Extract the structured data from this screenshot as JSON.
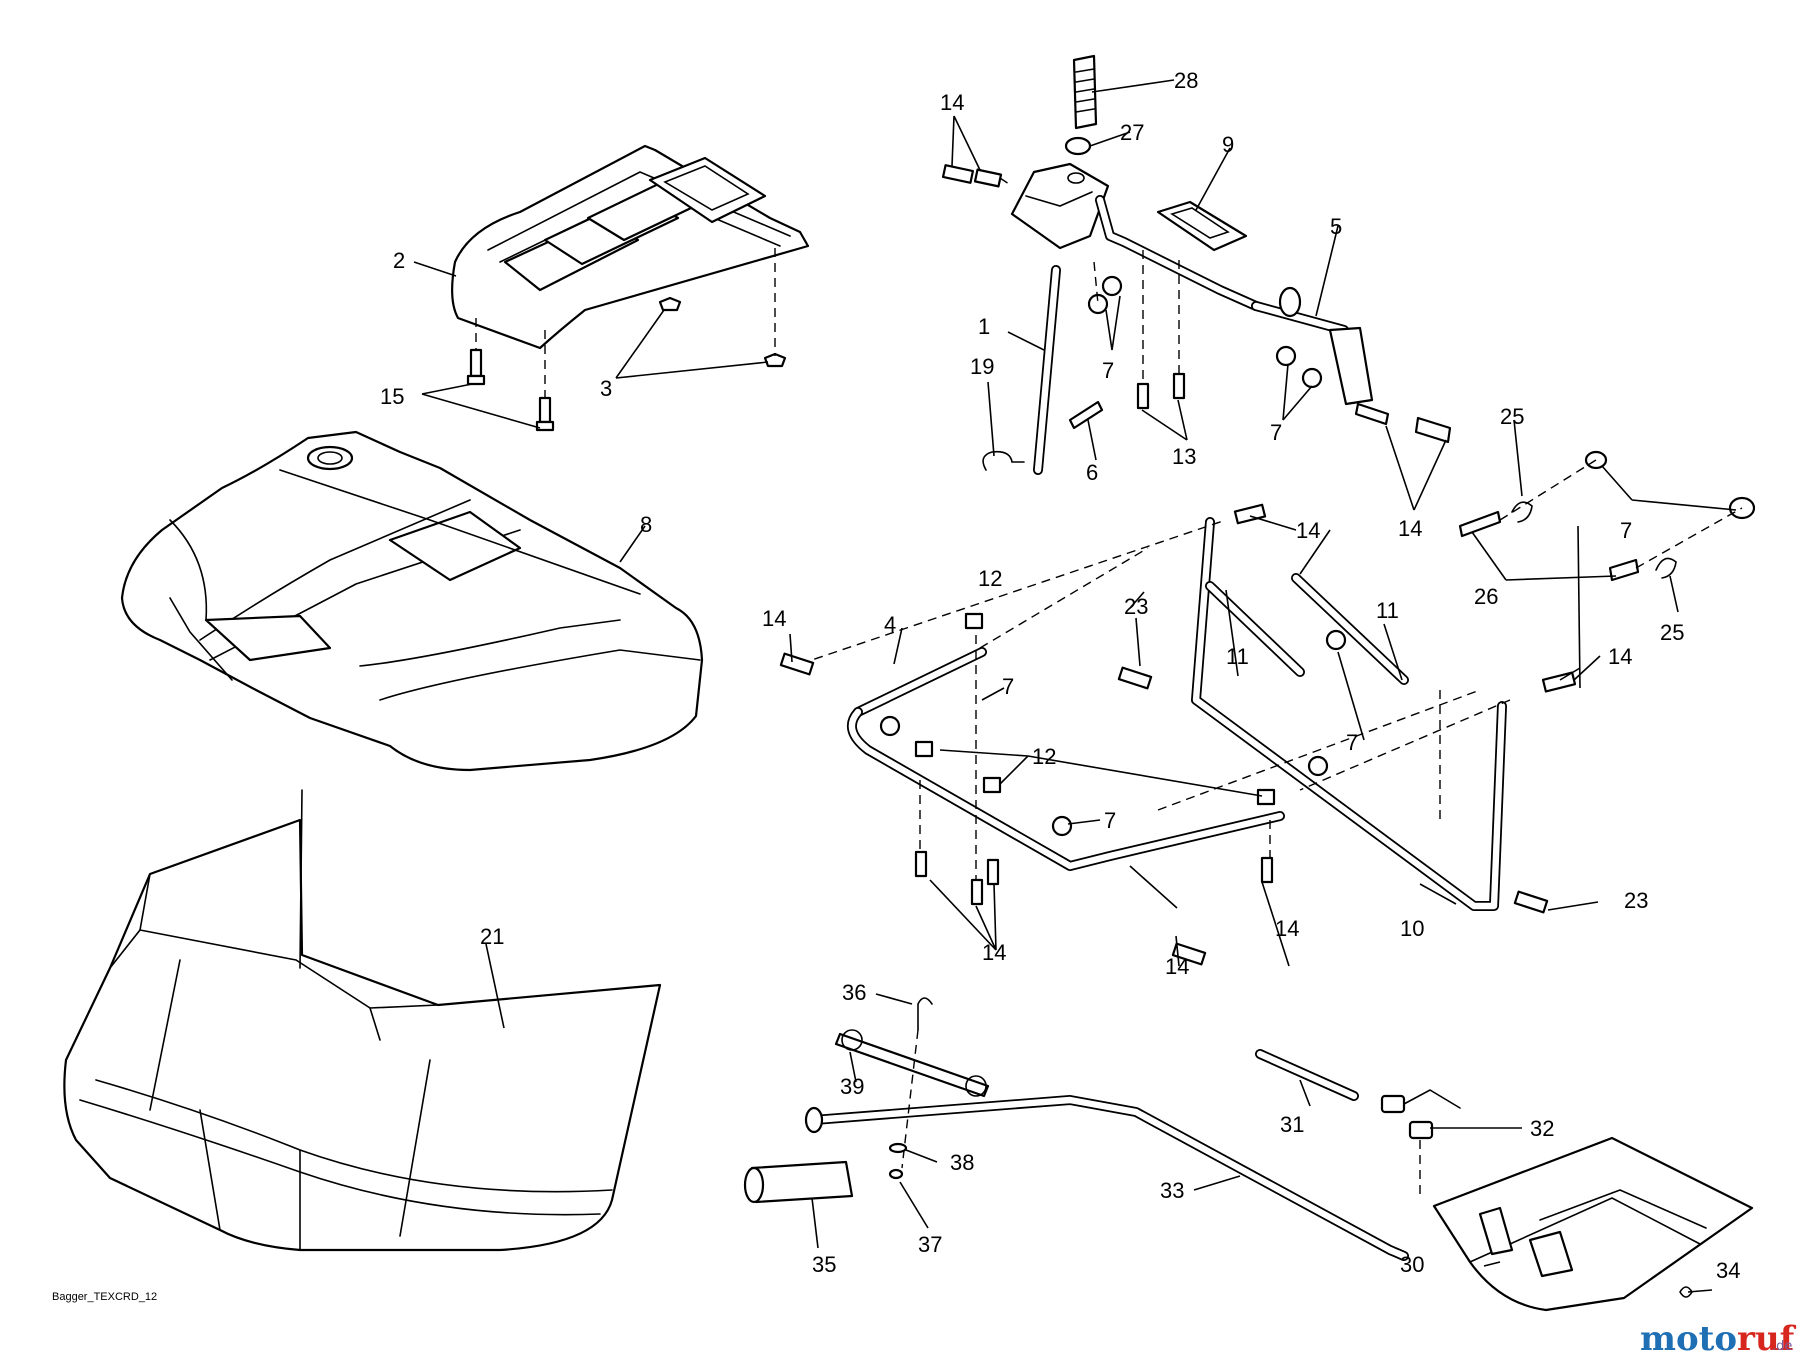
{
  "drawing_code": "Bagger_TEXCRD_12",
  "logo": {
    "name": "motoruf",
    "tld": ".de",
    "colors": [
      "#1f6fb4",
      "#d7261e",
      "#7a5a9a"
    ]
  },
  "callouts": [
    {
      "id": "c1",
      "text": "1"
    },
    {
      "id": "c2",
      "text": "2"
    },
    {
      "id": "c3",
      "text": "3"
    },
    {
      "id": "c4",
      "text": "4"
    },
    {
      "id": "c5",
      "text": "5"
    },
    {
      "id": "c6",
      "text": "6"
    },
    {
      "id": "c7a",
      "text": "7"
    },
    {
      "id": "c7b",
      "text": "7"
    },
    {
      "id": "c7c",
      "text": "7"
    },
    {
      "id": "c7d",
      "text": "7"
    },
    {
      "id": "c7e",
      "text": "7"
    },
    {
      "id": "c7f",
      "text": "7"
    },
    {
      "id": "c8",
      "text": "8"
    },
    {
      "id": "c9",
      "text": "9"
    },
    {
      "id": "c10",
      "text": "10"
    },
    {
      "id": "c11a",
      "text": "11"
    },
    {
      "id": "c11b",
      "text": "11"
    },
    {
      "id": "c12a",
      "text": "12"
    },
    {
      "id": "c12b",
      "text": "12"
    },
    {
      "id": "c13",
      "text": "13"
    },
    {
      "id": "c14a",
      "text": "14"
    },
    {
      "id": "c14b",
      "text": "14"
    },
    {
      "id": "c14c",
      "text": "14"
    },
    {
      "id": "c14d",
      "text": "14"
    },
    {
      "id": "c14e",
      "text": "14"
    },
    {
      "id": "c14f",
      "text": "14"
    },
    {
      "id": "c14g",
      "text": "14"
    },
    {
      "id": "c14h",
      "text": "14"
    },
    {
      "id": "c15",
      "text": "15"
    },
    {
      "id": "c19",
      "text": "19"
    },
    {
      "id": "c21",
      "text": "21"
    },
    {
      "id": "c23a",
      "text": "23"
    },
    {
      "id": "c23b",
      "text": "23"
    },
    {
      "id": "c25a",
      "text": "25"
    },
    {
      "id": "c25b",
      "text": "25"
    },
    {
      "id": "c26",
      "text": "26"
    },
    {
      "id": "c27",
      "text": "27"
    },
    {
      "id": "c28",
      "text": "28"
    },
    {
      "id": "c30",
      "text": "30"
    },
    {
      "id": "c31",
      "text": "31"
    },
    {
      "id": "c32",
      "text": "32"
    },
    {
      "id": "c33",
      "text": "33"
    },
    {
      "id": "c34",
      "text": "34"
    },
    {
      "id": "c35",
      "text": "35"
    },
    {
      "id": "c36",
      "text": "36"
    },
    {
      "id": "c37",
      "text": "37"
    },
    {
      "id": "c38",
      "text": "38"
    },
    {
      "id": "c39",
      "text": "39"
    }
  ]
}
